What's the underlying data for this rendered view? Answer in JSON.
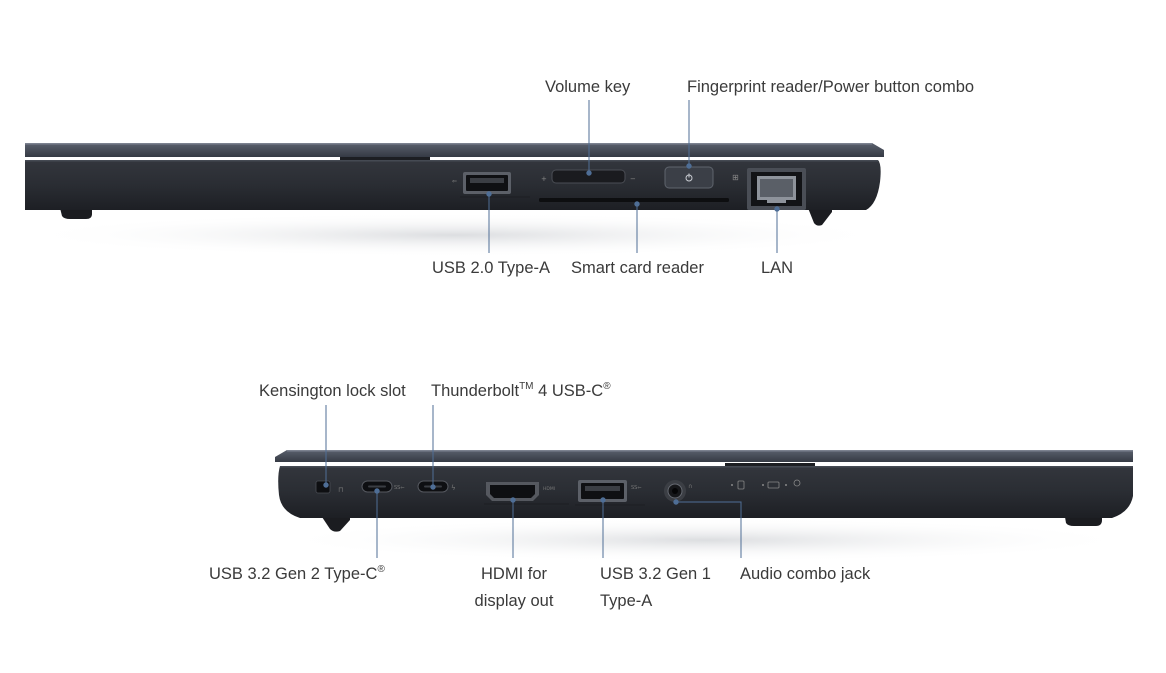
{
  "side_right": {
    "callouts": {
      "volume_key": "Volume key",
      "fingerprint_power": "Fingerprint reader/Power button combo",
      "usb20_type_a": "USB 2.0 Type-A",
      "smart_card_reader": "Smart card reader",
      "lan": "LAN"
    }
  },
  "side_left": {
    "callouts": {
      "kensington_lock": "Kensington lock slot",
      "thunderbolt_main": "Thunderbolt",
      "thunderbolt_tm": "TM",
      "thunderbolt_rest": " 4 USB-C",
      "thunderbolt_reg": "®",
      "usb32_gen2_main": "USB 3.2 Gen 2 Type-C",
      "usb32_gen2_reg": "®",
      "hdmi_line1": "HDMI for",
      "hdmi_line2": "display out",
      "usb32_gen1_line1": "USB 3.2 Gen 1",
      "usb32_gen1_line2": "Type-A",
      "audio_jack": "Audio combo jack"
    }
  },
  "colors": {
    "leader_line": "#4f6e96",
    "chassis": "#2c2f35",
    "lid": "#3e4450",
    "text": "#3a3a3a"
  }
}
